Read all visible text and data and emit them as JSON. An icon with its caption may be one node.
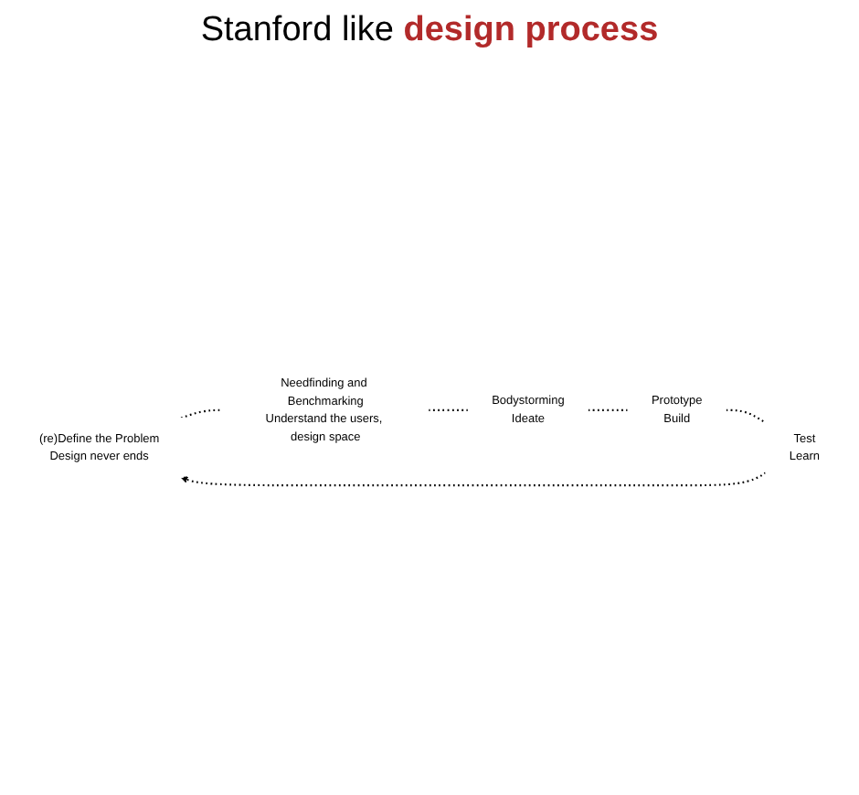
{
  "diagram": {
    "title": "Stanford like **design process**",
    "nodes": [
      {
        "text": [
          "(re)Define the Problem",
          "Design never ends"
        ]
      },
      {
        "text": [
          "Needfinding and Benchmarking",
          "Understand the users, design space"
        ]
      },
      {
        "text": [
          "Bodystorming",
          "Ideate"
        ]
      },
      {
        "text": [
          "Prototype",
          "Build"
        ]
      },
      {
        "text": [
          "Test",
          "Learn"
        ]
      }
    ],
    "edges": [
      {
        "from": 0,
        "to": 1,
        "arrow": "none",
        "style": "dashed"
      },
      {
        "from": 1,
        "to": 2,
        "arrow": "none",
        "style": "dashed"
      },
      {
        "from": 2,
        "to": 3,
        "arrow": "none",
        "style": "dashed"
      },
      {
        "from": 3,
        "to": 4,
        "arrow": "none",
        "style": "dashed"
      },
      {
        "from": 4,
        "to": 0,
        "arrow": "to",
        "style": "dashed"
      }
    ]
  }
}
